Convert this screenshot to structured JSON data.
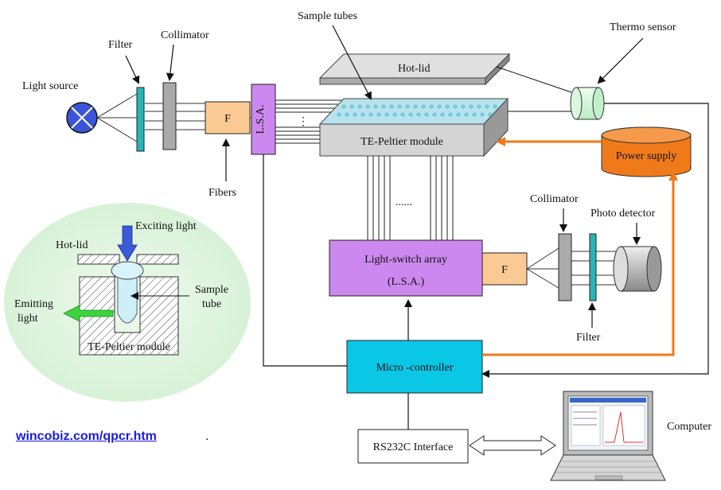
{
  "labels": {
    "sample_tubes": "Sample tubes",
    "thermo_sensor": "Thermo sensor",
    "filter_top": "Filter",
    "collimator_top": "Collimator",
    "light_source": "Light source",
    "hot_lid_top": "Hot-lid",
    "fiber_block_top": "F",
    "lsa_top": "L.S.A.",
    "te_peltier_top": "TE-Peltier module",
    "power_supply": "Power supply",
    "fibers": "Fibers",
    "exciting_light": "Exciting light",
    "hot_lid_inset": "Hot-lid",
    "sample_tube_1": "Sample",
    "sample_tube_2": "tube",
    "emitting_1": "Emitting",
    "emitting_2": "light",
    "te_peltier_inset": "TE-Peltier module",
    "collimator_right": "Collimator",
    "photo_detector": "Photo detector",
    "light_switch_1": "Light-switch array",
    "light_switch_2": "(L.S.A.)",
    "fiber_block_right": "F",
    "filter_right": "Filter",
    "micro_controller": "Micro -controller",
    "computer": "Computer",
    "rs232": "RS232C Interface"
  },
  "source_link": "wincobiz.com/qpcr.htm",
  "source_link_suffix": ".",
  "colors": {
    "orange": "#f07a1a",
    "lsa_purple": "#cc88ee",
    "fiber_peach": "#fbc993",
    "controller_cyan": "#0ac7e6",
    "filter_teal": "#29b5b5",
    "inset_green": "#dff5df"
  }
}
